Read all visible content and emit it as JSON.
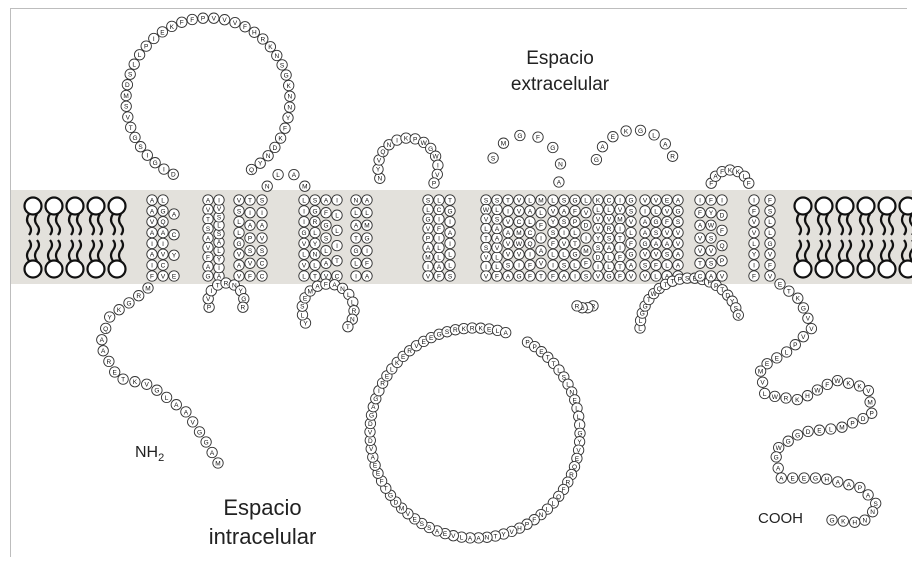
{
  "labels": {
    "extracellular_line1": "Espacio",
    "extracellular_line2": "extracelular",
    "intracellular_line1": "Espacio",
    "intracellular_line2": "intracelular",
    "n_terminus_main": "NH",
    "n_terminus_sub": "2",
    "c_terminus": "COOH"
  },
  "colors": {
    "membrane": "#e3e1dc",
    "residue_stroke": "#333333",
    "lipid": "#111111",
    "text": "#222222"
  },
  "segments": {
    "n_tail": "MAGGVAALGVKTERAAQYKGRM",
    "tm1": "FIAIAVAALGQAIVCVEYCA",
    "ecl1": "DIGISGTVSMDSLLPIEKFFPVVVFHRKNSGKNNYFKDNYQ",
    "tm2": "AVTSAVFAGAIYLASLSVI",
    "icl1": "PVITRNYGR",
    "tm3": "VAVGLLSVTIAPSVFCCSVAIS",
    "ecl2": "NLAM",
    "tm4": "LIIGVLVLTLNYLRGSAFGSLAVCTILLI",
    "icl2": "YLSEMAFANLLRNT",
    "tm5": "NLATGLIAFIGMLA",
    "ecl3": "NYVQNIKPWGWIVP",
    "tm6": "SLGVPAMIVFALLIFICLTGIAILLS",
    "icl3": "PPETTLSLNELLIGYVEQRRFQLLNFPHVYTNAALVEASSEVMDGTFEEAVDVDGAGIRELKERVEEGSRKRKELA",
    "tm7": "SWVLTSVIVFLLVAASLSTIVAVVSAGIVWMCVVLALCQIFFTVAIFLM",
    "ecl4": "SMGFGNA",
    "tm8": "LVYSFLIFASLVISASGFPLTGLISFMIDVL",
    "icl4": "RLGR",
    "tm9": "KLVVYSDIVGLLASRVLCIVMITIFTFVAGFLVSG",
    "ecl5": "GAEKGLAR",
    "tm10": "VIAAGVSVLFVASGLVEVFVASLALAAVVSGA",
    "icl5": "LLGGTWQTTPSEIFPTDYSQ",
    "tm11": "IFAVVTCASVSWYFIDFQPV",
    "ecl6": "FAFKKLF",
    "tm12": "IFVVLYIFVFVGLLSF",
    "c_tail": "ETKGVVVPLEEMVLWRKHWFWKKVMPDPMLEDGGWGAAEEGHAAPASNNHKG"
  }
}
